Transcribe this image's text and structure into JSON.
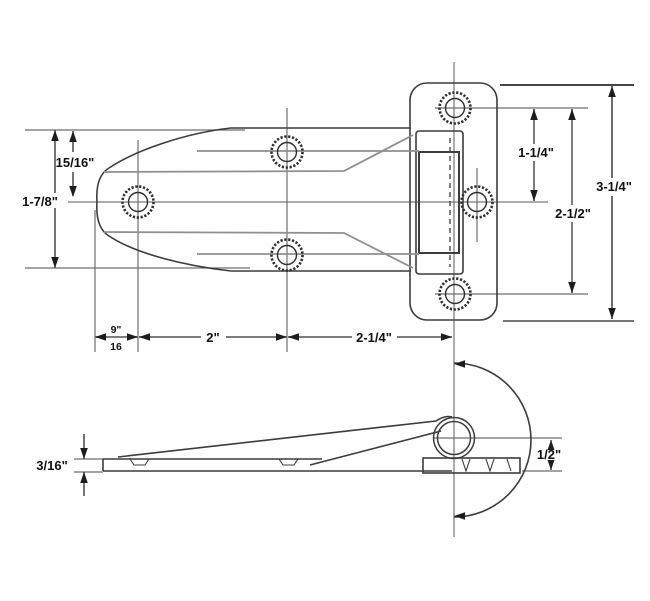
{
  "drawing": {
    "view_top": {
      "dim_tip_to_centerline": "15/16\"",
      "dim_strap_width": "1-7/8\"",
      "dim_tip_to_hole1_numerator": "9\"",
      "dim_tip_to_hole1_denominator": "16",
      "dim_hole1_to_hole2": "2\"",
      "dim_hole2_to_pivot": "2-1/4\"",
      "dim_plate_hole_top_to_middle": "1-1/4\"",
      "dim_plate_hole_top_to_bottom": "2-1/2\"",
      "dim_plate_height": "3-1/4\""
    },
    "view_side": {
      "dim_strap_thickness": "3/16\"",
      "dim_pivot_to_base": "1/2\""
    },
    "colors": {
      "outline": "#3c3c3c",
      "contour": "#8f8f8f",
      "centerline": "#5a5a5a",
      "extension": "#6f6f6f",
      "dimension": "#7d7d7d",
      "label": "#111111",
      "background": "#ffffff"
    }
  }
}
